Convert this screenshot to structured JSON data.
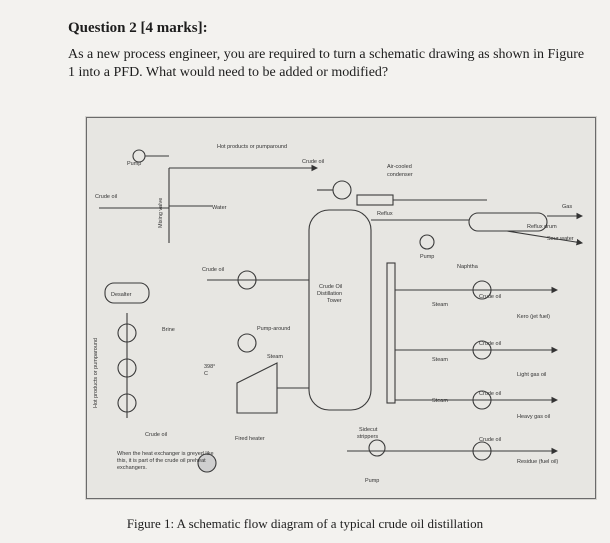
{
  "question": {
    "title": "Question 2 [4 marks]:",
    "line1": "As a new process engineer, you are required to turn a schematic drawing as shown in Figure",
    "line2": "1 into a PFD. What would need to be added or modified?"
  },
  "figure": {
    "caption": "Figure 1: A schematic flow diagram of a typical crude oil distillation",
    "labels": {
      "hot_products": "Hot products or pumparound",
      "pump_top": "Pump",
      "crude_oil_top": "Crude oil",
      "air_cooled": "Air-cooled",
      "condenser": "condenser",
      "crude_oil_left": "Crude oil",
      "mixing_valve": "Mixing valve",
      "water": "Water",
      "gas": "Gas",
      "reflux": "Reflux",
      "reflux_drum": "Reflux drum",
      "sour_water": "Sour water",
      "pump_mid": "Pump",
      "naphtha": "Naphtha",
      "crude_oil_desalter": "Crude oil",
      "desalter": "Desalter",
      "tower_1": "Crude Oil",
      "tower_2": "Distillation",
      "tower_3": "Tower",
      "steam_1": "Steam",
      "crude_oil_r1": "Crude oil",
      "kero": "Kero (jet fuel)",
      "brine": "Brine",
      "pump_around": "Pump-around",
      "hot_products_vertical": "Hot products or pumparound",
      "temp_1": "398°",
      "temp_2": "C",
      "steam_2": "Steam",
      "steam_3": "Steam",
      "crude_oil_r2": "Crude oil",
      "light_gas_oil": "Light gas oil",
      "steam_4": "Steam",
      "crude_oil_r3": "Crude oil",
      "heavy_gas_oil": "Heavy gas oil",
      "crude_oil_bottom": "Crude oil",
      "fired_heater": "Fired heater",
      "side_cut_1": "Sidecut",
      "side_cut_2": "strippers",
      "crude_oil_r4": "Crude oil",
      "note_1": "When the heat exchanger is greyed like",
      "note_2": "this, it is part of the crude oil preheat",
      "note_3": "exchangers.",
      "residue": "Residue (fuel oil)",
      "pump_bottom": "Pump"
    }
  }
}
